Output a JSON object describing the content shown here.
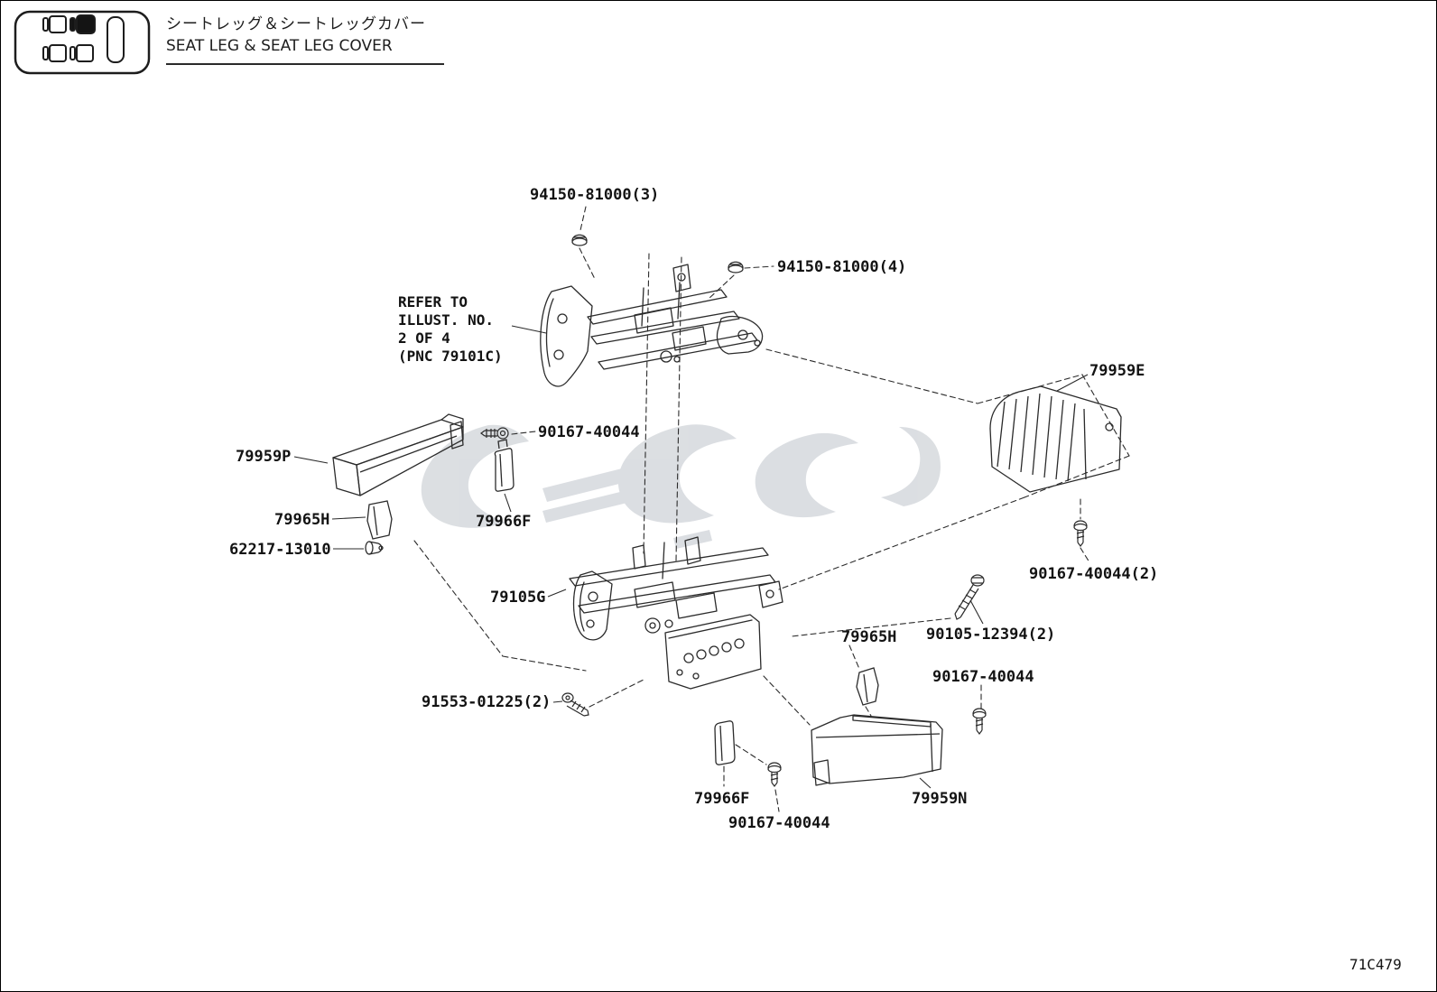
{
  "header": {
    "title_jp": "シートレッグ＆シートレッグカバー",
    "title_en": "SEAT LEG & SEAT LEG COVER"
  },
  "note": [
    "REFER TO",
    "ILLUST. NO.",
    "2 OF 4",
    "(PNC 79101C)"
  ],
  "labels": [
    "94150-81000(3)",
    "94150-81000(4)",
    "79959E",
    "90167-40044",
    "79959P",
    "79965H",
    "79966F",
    "62217-13010",
    "79105G",
    "90167-40044(2)",
    "79965H",
    "90105-12394(2)",
    "90167-40044",
    "91553-01225(2)",
    "79966F",
    "79959N",
    "90167-40044"
  ],
  "footer": {
    "diagram_code": "71C479"
  },
  "colors": {
    "line": "#2b2b2b",
    "watermark": "#bfc4cb",
    "background": "#ffffff"
  }
}
